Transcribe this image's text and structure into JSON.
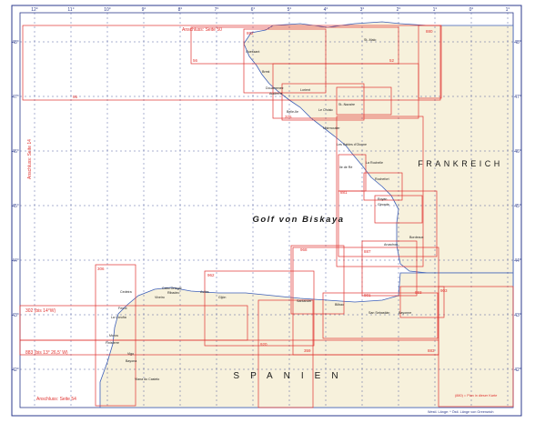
{
  "map": {
    "title": "Golf von Biskaya",
    "countries": {
      "france": "FRANKREICH",
      "spain": "SPANIEN"
    },
    "lon_ticks": [
      "12°",
      "11°",
      "10°",
      "9°",
      "8°",
      "7°",
      "6°",
      "5°",
      "4°",
      "3°",
      "2°",
      "1°",
      "0°",
      "1°"
    ],
    "lat_ticks": [
      "48°",
      "47°",
      "46°",
      "45°",
      "44°",
      "43°",
      "42°"
    ],
    "margin_notes": {
      "top": "Anschluss: Seite 50",
      "left": "Anschluss: Seite 14",
      "bottom": "Anschluss: Seite 54",
      "legend": "(880) = Plan in dieser Karte",
      "footer": "Westl. Länge: * Östl. Länge von Greenwich"
    },
    "chart_numbers": [
      "880",
      "882",
      "56",
      "52",
      "95",
      "375",
      "968",
      "306",
      "962",
      "920",
      "359",
      "883",
      "881",
      "887",
      "993",
      "901",
      "903"
    ],
    "longitude_notes": [
      "302 (bis 14°W)",
      "883 (bis 13° 26,5' W)"
    ],
    "places": [
      "Ouessant",
      "Brest",
      "St.-Malo",
      "Douarnenez",
      "Audierne",
      "Belle-Ile",
      "Lorient",
      "Le Croisic",
      "St.-Nazaire",
      "Noirmoutier",
      "Les Sables d'Olonne",
      "Ile de Ré",
      "La Rochelle",
      "Rochefort",
      "Royan",
      "Gironde",
      "Bordeaux",
      "Arcachon",
      "Bayonne",
      "San Sebastián",
      "Bilbao",
      "Santander",
      "Gijón",
      "Avilés",
      "Ribadeo",
      "Viveiro",
      "Cedeira",
      "Ferrol",
      "La Coruña",
      "Muros",
      "Vigo",
      "Bayona",
      "Viana do Castelo",
      "Cabo Ortegal",
      "Finisterre"
    ]
  },
  "colors": {
    "land": "#f7f1dc",
    "sea": "#ffffff",
    "frame": "#2b3a8c",
    "chart_boxes": "#e0322f",
    "coast": "#3d5fb8"
  }
}
